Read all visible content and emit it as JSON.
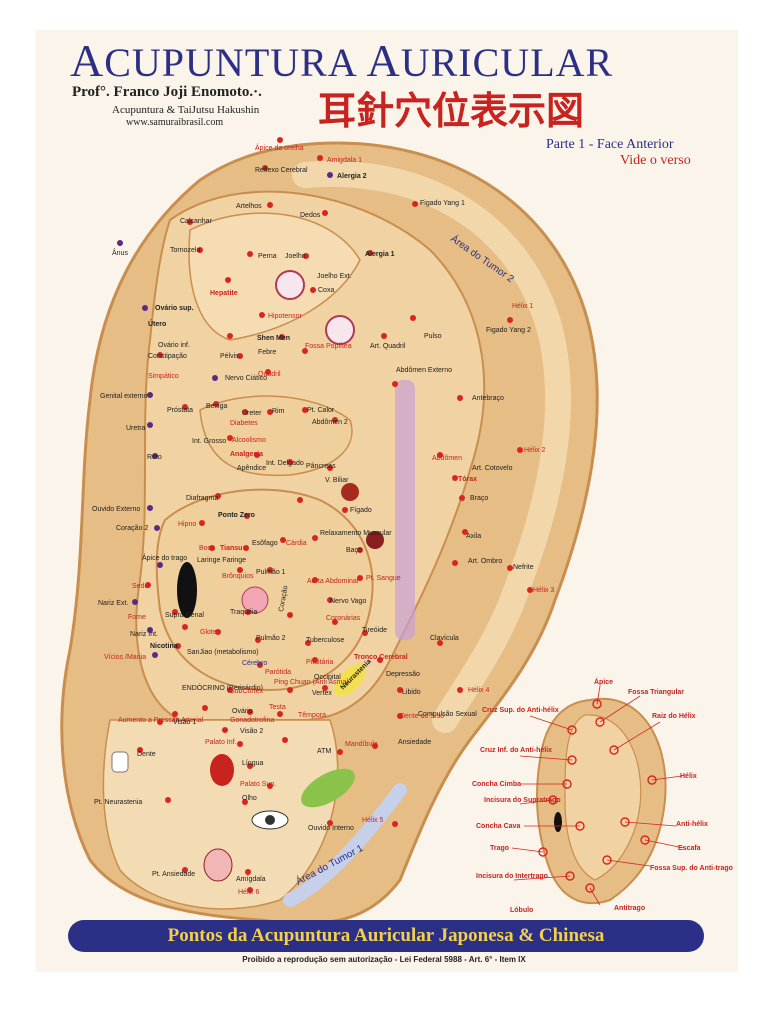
{
  "header": {
    "title_first_letter": "A",
    "title_rest_1": "CUPUNTURA ",
    "title_second_letter": "A",
    "title_rest_2": "URICULAR",
    "author": "Prof°. Franco Joji Enomoto.·.",
    "subtitle": "Acupuntura & TaiJutsu Hakushin",
    "website": "www.samuraibrasil.com",
    "japanese": "耳針穴位表示図",
    "part": "Parte 1 - Face Anterior",
    "see_back": "Vide o verso"
  },
  "ear_labels": {
    "apice_orelha": "Ápice da orelha",
    "amigdala1": "Amigdala 1",
    "reflexo_cerebral": "Reflexo Cerebral",
    "alergia2": "Alergia 2",
    "artelhos": "Artelhos",
    "dedos": "Dedos",
    "figado_yang1": "Figado Yang 1",
    "calcanhar": "Calcanhar",
    "anus": "Ânus",
    "tornozelo": "Tornozelo",
    "perna": "Perna",
    "joelho": "Joelho",
    "alergia1": "Alergia 1",
    "area_tumor2": "Área do Tumor 2",
    "joelho_ext": "Joelho Ext.",
    "coxa": "Coxa",
    "hepatite": "Hepatite",
    "hipotensor": "Hipotensor",
    "utero": "Útero",
    "ovario_sup": "Ovário sup.",
    "ovario_inf": "Ovário inf.",
    "shen_men": "Shen Men",
    "febre": "Febre",
    "fossa_poplitea": "Fossa Poplítea",
    "art_quadril": "Art. Quadril",
    "pulso": "Pulso",
    "figado_yang2": "Figado Yang 2",
    "helix1": "Hélix 1",
    "constipacao": "Constipação",
    "pelvis": "Pélvis",
    "simpatico": "Simpático",
    "nervo_ciatico": "Nervo Ciático",
    "quadril": "Quadril",
    "abdomen_ext": "Abdômen Externo",
    "antebraco": "Antebraço",
    "genital_ext": "Genital externo",
    "prostata": "Próstata",
    "bexiga": "Bexiga",
    "ureter": "Ureter",
    "rim": "Rim",
    "pt_calor": "Pt. Calor",
    "abdomen2": "Abdômen 2",
    "uretra": "Uretra",
    "int_grosso": "Int. Grosso",
    "diabetes": "Diabetes",
    "alcoolismo": "Alcoolismo",
    "analgesia": "Analgesia",
    "int_delgado": "Int. Delgado",
    "apendice": "Apêndice",
    "reto": "Reto",
    "pancreas": "Pâncreas",
    "v_biliar": "V. Biliar",
    "abdomen": "Abdômen",
    "helix2": "Hélix 2",
    "torax": "Tórax",
    "art_cotovelo": "Art. Cotovelo",
    "ovuido_externo": "Ouvido Externo",
    "diafragma": "Diafragma",
    "ponto_zero": "Ponto Zero",
    "figado": "Fígado",
    "braco": "Braço",
    "coracao2": "Coração 2",
    "hipno": "Hipno",
    "esofago": "Esôfago",
    "cardia": "Cárdia",
    "relaxamento_muscular": "Relaxamento Muscular",
    "baco": "Baço",
    "axila": "Axila",
    "boca": "Boca",
    "tiansu": "Tiansu",
    "art_ombro": "Art. Ombro",
    "nefrite": "Nefrite",
    "apice_trago": "Ápice do trago",
    "laringe_faringe": "Laringe Faringe",
    "pulmao1": "Pulmão 1",
    "sede": "Sede",
    "bronquios": "Brônquios",
    "aorta_abdominal": "Aorta Abdominal",
    "pt_sangue": "Pt. Sangue",
    "helix3": "Hélix 3",
    "nariz_ext": "Nariz Ext.",
    "fome": "Fome",
    "supra_renal": "Supra Renal",
    "traqueia": "Traquéia",
    "coracao": "Coração",
    "nervo_vago": "Nervo Vago",
    "coronarias": "Coronárias",
    "nariz_int": "Nariz Int.",
    "glote": "Glote",
    "pulmao2": "Pulmão 2",
    "tuberculose": "Tuberculose",
    "tireoide": "Tireóide",
    "clavicula": "Clavícula",
    "nicotina": "Nicotina",
    "vicios_mania": "Vícios /Mania",
    "sanjiao": "SanJiao (metabolismo)",
    "cerebro": "Cérebro",
    "parotida": "Parótida",
    "pituitaria": "Pituitária",
    "tronco_cerebral": "Tronco Cerebral",
    "helix4": "Hélix 4",
    "endocrino": "ENDÓCRINO (Pericárdio)",
    "subcortex": "SubCórtex",
    "ping_chuan": "Ping Chuan (Anti Asma)",
    "occipital": "Occipital",
    "vertex": "Vertex",
    "neurastenia": "Neurastenia",
    "depressao": "Depressão",
    "libido": "Libido",
    "aumento_pressao": "Aumento a Pressão Arterial",
    "visao1": "Visão 1",
    "ovario": "Ovário",
    "gonadotrofina": "Gonadotrofina",
    "testa": "Testa",
    "tempora": "Têmpora",
    "compulsao_sexual": "Compulsão Sexual",
    "dente_siso": "Dente do Siso",
    "visao2": "Visão 2",
    "dente": "Dente",
    "palato_inf": "Palato Inf.",
    "ansiedade": "Ansiedade",
    "atm": "ATM",
    "mandibula": "Mandíbula",
    "lingua": "Língua",
    "palato_sup": "Palato Sup.",
    "pt_neurastenia": "Pt. Neurastenia",
    "olho": "Olho",
    "ouvido_interno": "Ouvido Interno",
    "helix5": "Hélix 5",
    "pt_ansiedade": "Pt. Ansiedade",
    "amigdala": "Amígdala",
    "helix6": "Hélix 6",
    "area_tumor1": "Área do Tumor 1"
  },
  "anatomy_legend": {
    "apice": "Ápice",
    "fossa_triangular": "Fossa Triangular",
    "cruz_sup": "Cruz Sup. do Anti-hélix",
    "raiz_helix": "Raiz do Hélix",
    "cruz_inf": "Cruz Inf. do Anti-hélix",
    "helix": "Hélix",
    "concha_cimba": "Concha Cimba",
    "incisura_supratrago": "Incisura do Supratrago",
    "anti_helix": "Anti-hélix",
    "concha_cava": "Concha Cava",
    "escafa": "Escafa",
    "trago": "Trago",
    "fossa_sup_antitrago": "Fossa Sup. do Anti-trago",
    "incisura_intertrago": "Incisura do Intertrago",
    "lobulo": "Lóbulo",
    "antitrago": "Antitrago"
  },
  "colors": {
    "ear_fill": "#e6bd85",
    "ear_inner": "#f1d2a2",
    "point": "#d8261e",
    "point_alt": "#5b2a86",
    "banner": "#2b2f86",
    "banner_text": "#f3d04a",
    "title": "#2b2f86",
    "japanese": "#c8231f"
  },
  "banner": "Pontos da Acupuntura Auricular Japonesa & Chinesa",
  "footer": "Proibido a reprodução sem autorização - Lei Federal 5988 - Art. 6° - Item IX"
}
